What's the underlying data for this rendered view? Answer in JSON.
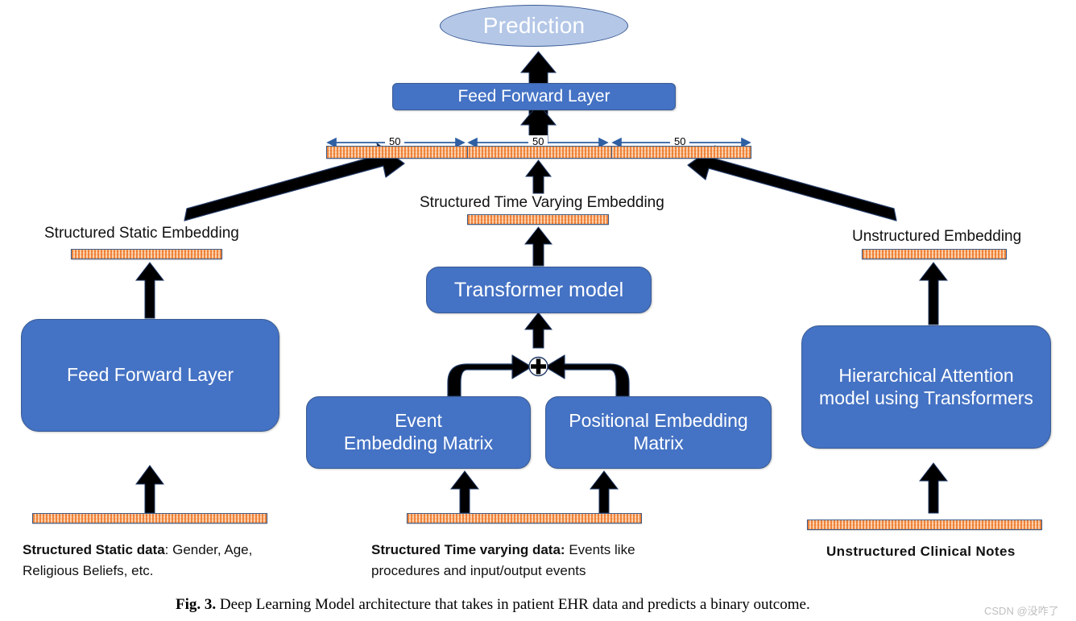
{
  "figure": {
    "caption_prefix": "Fig. 3.",
    "caption_text": "Deep Learning Model architecture that takes in patient EHR data and predicts a binary outcome.",
    "watermark": "CSDN @没咋了"
  },
  "colors": {
    "box_fill": "#4472C4",
    "box_border": "#3A5B94",
    "ellipse_fill": "#B4C7E7",
    "bar_fill": "#F4B183",
    "bar_stripe": "#ED7D31",
    "bar_border": "#3F5C86",
    "arrow": "#000000",
    "dimension_arrow": "#2E5FA3",
    "text_dark": "#111111",
    "text_light": "#FFFFFF",
    "watermark": "#BFBFBF"
  },
  "nodes": {
    "prediction": "Prediction",
    "top_feed_forward": "Feed Forward Layer",
    "left_feed_forward": "Feed Forward Layer",
    "transformer": "Transformer model",
    "event_embedding_matrix": "Event\nEmbedding Matrix",
    "event_embedding_line1": "Event",
    "event_embedding_line2": "Embedding Matrix",
    "positional_embedding_line1": "Positional Embedding",
    "positional_embedding_line2": "Matrix",
    "hierarchical_line1": "Hierarchical Attention",
    "hierarchical_line2": "model using Transformers",
    "merge_operator": "+"
  },
  "labels": {
    "structured_static_embedding": "Structured Static Embedding",
    "structured_time_varying_embedding": "Structured Time Varying Embedding",
    "unstructured_embedding": "Unstructured Embedding"
  },
  "concat_bar": {
    "segments": [
      {
        "dim": "50"
      },
      {
        "dim": "50"
      },
      {
        "dim": "50"
      }
    ]
  },
  "inputs": {
    "static": {
      "bold": "Structured Static data",
      "rest": ": Gender, Age,",
      "line2": "Religious Beliefs, etc."
    },
    "time_varying": {
      "bold": "Structured Time varying data:",
      "rest": " Events like",
      "line2": "procedures and input/output events"
    },
    "unstructured": {
      "bold": "Unstructured Clinical Notes",
      "rest": "",
      "line2": ""
    }
  }
}
